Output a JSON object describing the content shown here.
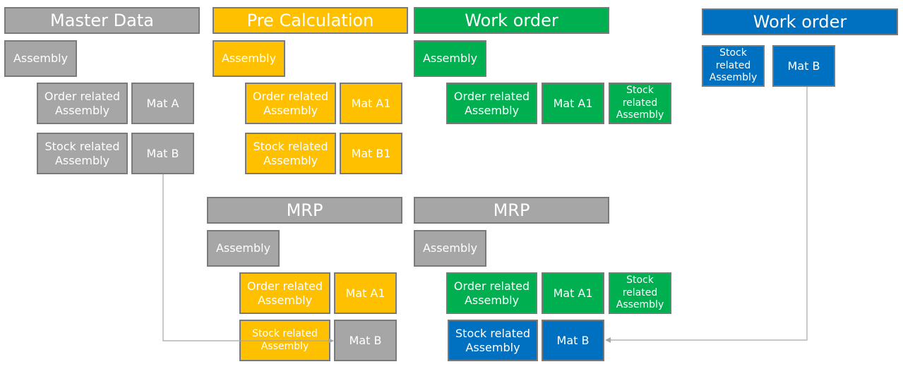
{
  "colors": {
    "gray": "#a6a6a6",
    "yellow": "#ffc000",
    "green": "#00b050",
    "blue": "#0070c0",
    "border": "#7a7a7a",
    "arrow": "#a6a6a6"
  },
  "master": {
    "title": "Master Data",
    "assembly": "Assembly",
    "order_related": "Order related\nAssembly",
    "mat_a": "Mat A",
    "stock_related": "Stock related\nAssembly",
    "mat_b": "Mat B"
  },
  "precalc": {
    "title": "Pre Calculation",
    "assembly": "Assembly",
    "order_related": "Order related\nAssembly",
    "mat_a1": "Mat A1",
    "stock_related": "Stock related\nAssembly",
    "mat_b1": "Mat B1"
  },
  "workorder1": {
    "title": "Work order",
    "assembly": "Assembly",
    "order_related": "Order related\nAssembly",
    "mat_a1": "Mat A1",
    "stock_related": "Stock\nrelated\nAssembly"
  },
  "workorder2": {
    "title": "Work order",
    "stock_related": "Stock\nrelated\nAssembly",
    "mat_b": "Mat B"
  },
  "mrp1": {
    "title": "MRP",
    "assembly": "Assembly",
    "order_related": "Order related\nAssembly",
    "mat_a1": "Mat A1",
    "stock_related": "Stock related\nAssembly",
    "mat_b": "Mat B"
  },
  "mrp2": {
    "title": "MRP",
    "assembly": "Assembly",
    "order_related": "Order related\nAssembly",
    "mat_a1": "Mat A1",
    "stock_related_small": "Stock\nrelated\nAssembly",
    "stock_related": "Stock related\nAssembly",
    "mat_b": "Mat B"
  }
}
